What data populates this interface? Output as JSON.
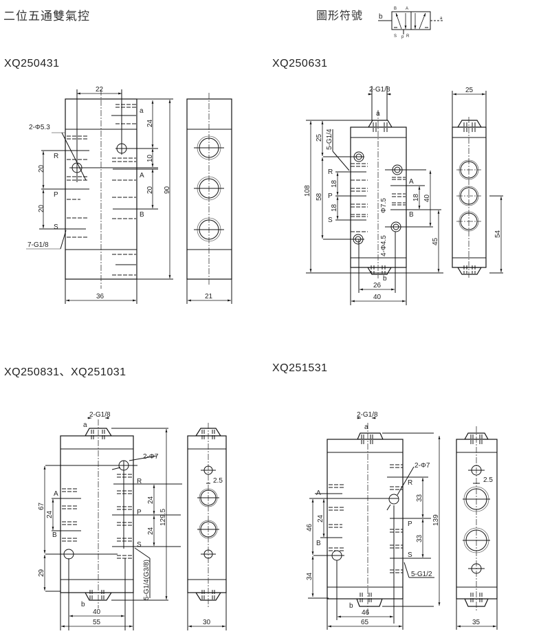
{
  "header": {
    "title": "二位五通雙氣控",
    "symbol_label": "圖形符號"
  },
  "symbol": {
    "B": "B",
    "A": "A",
    "b": "b",
    "a": "a",
    "S": "S",
    "P": "p",
    "R": "R"
  },
  "d1": {
    "model": "XQ250431",
    "w_top": "22",
    "hole": "2-Φ5.3",
    "port": "7-G1/8",
    "R": "R",
    "P": "P",
    "S": "S",
    "A": "A",
    "B": "B",
    "a": "a",
    "v24": "24",
    "v10": "10",
    "v20r": "20",
    "v90": "90",
    "l20a": "20",
    "l20b": "20",
    "w36": "36",
    "w21": "21"
  },
  "d2": {
    "model": "XQ250631",
    "pilot": "2-G1/8",
    "a": "a",
    "b": "b",
    "port": "5-G1/4",
    "v25": "25",
    "v108": "108",
    "v58": "58",
    "l18a": "18",
    "l18b": "18",
    "R": "R",
    "P": "P",
    "S": "S",
    "A": "A",
    "B": "B",
    "phi": "Φ7.5",
    "holes": "4-Φ4.5",
    "r18": "18",
    "r40": "40",
    "r45": "45",
    "s54": "54",
    "w26": "26",
    "w40": "40",
    "s25": "25"
  },
  "d3": {
    "model": "XQ250831、XQ251031",
    "pilot": "2-G1/8",
    "a": "a",
    "b": "b",
    "hole": "2-Φ7",
    "port": "5-G1/4(G3/8)",
    "R": "R",
    "P": "P",
    "S": "S",
    "A": "A",
    "B": "B",
    "v67": "67",
    "v24": "24",
    "v29": "29",
    "r24a": "24",
    "r24b": "24",
    "v129": "129.5",
    "w40": "40",
    "w55": "55",
    "s30": "30",
    "s25": "2.5"
  },
  "d4": {
    "model": "XQ251531",
    "pilot": "2-G1/8",
    "a": "a",
    "b": "b",
    "hole": "2-Φ7",
    "port": "5-G1/2",
    "R": "R",
    "P": "P",
    "S": "S",
    "A": "A",
    "B": "B",
    "v139": "139",
    "r33a": "33",
    "r33b": "33",
    "v46": "46",
    "v24": "24",
    "v34": "34",
    "w46": "46",
    "w65": "65",
    "s35": "35",
    "s25": "2.5"
  }
}
